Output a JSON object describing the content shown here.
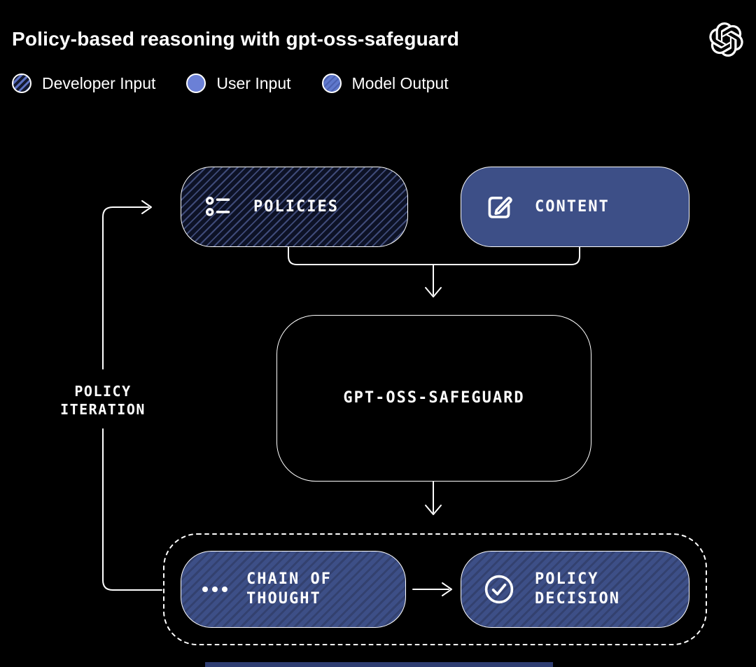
{
  "header": {
    "title": "Policy-based reasoning with gpt-oss-safeguard",
    "logo_name": "OpenAI"
  },
  "legend": {
    "items": [
      {
        "label": "Developer Input",
        "style": "hatched-dark"
      },
      {
        "label": "User Input",
        "style": "solid-blue"
      },
      {
        "label": "Model Output",
        "style": "hatched-blue"
      }
    ]
  },
  "nodes": {
    "policies": {
      "label": "POLICIES",
      "icon": "list-icon",
      "style": "developer-input-hatched"
    },
    "content": {
      "label": "CONTENT",
      "icon": "compose-icon",
      "style": "user-input-solid-blue"
    },
    "safeguard": {
      "label": "GPT-OSS-SAFEGUARD",
      "style": "outlined-black"
    },
    "chain_of_thought": {
      "line1": "CHAIN OF",
      "line2": "THOUGHT",
      "icon": "ellipsis-icon",
      "style": "model-output-hatched-blue"
    },
    "policy_decision": {
      "line1": "POLICY",
      "line2": "DECISION",
      "icon": "check-circle-icon",
      "style": "model-output-hatched-blue"
    }
  },
  "annotations": {
    "policy_iteration": {
      "line1": "POLICY",
      "line2": "ITERATION"
    }
  },
  "flows": [
    "policies+content -> gpt-oss-safeguard",
    "gpt-oss-safeguard -> model-output-group",
    "chain-of-thought -> policy-decision",
    "model-output-group -> policies (policy iteration loop)"
  ],
  "colors": {
    "background": "#000000",
    "line": "#ffffff",
    "box_blue": "#3d4f87",
    "box_blue_stripe": "#33416f",
    "box_dark": "#0d1226",
    "box_dark_stripe": "#3f4b79",
    "legend_user_blue": "#6b80d6",
    "legend_dev_stripe": "#5c71c2"
  }
}
